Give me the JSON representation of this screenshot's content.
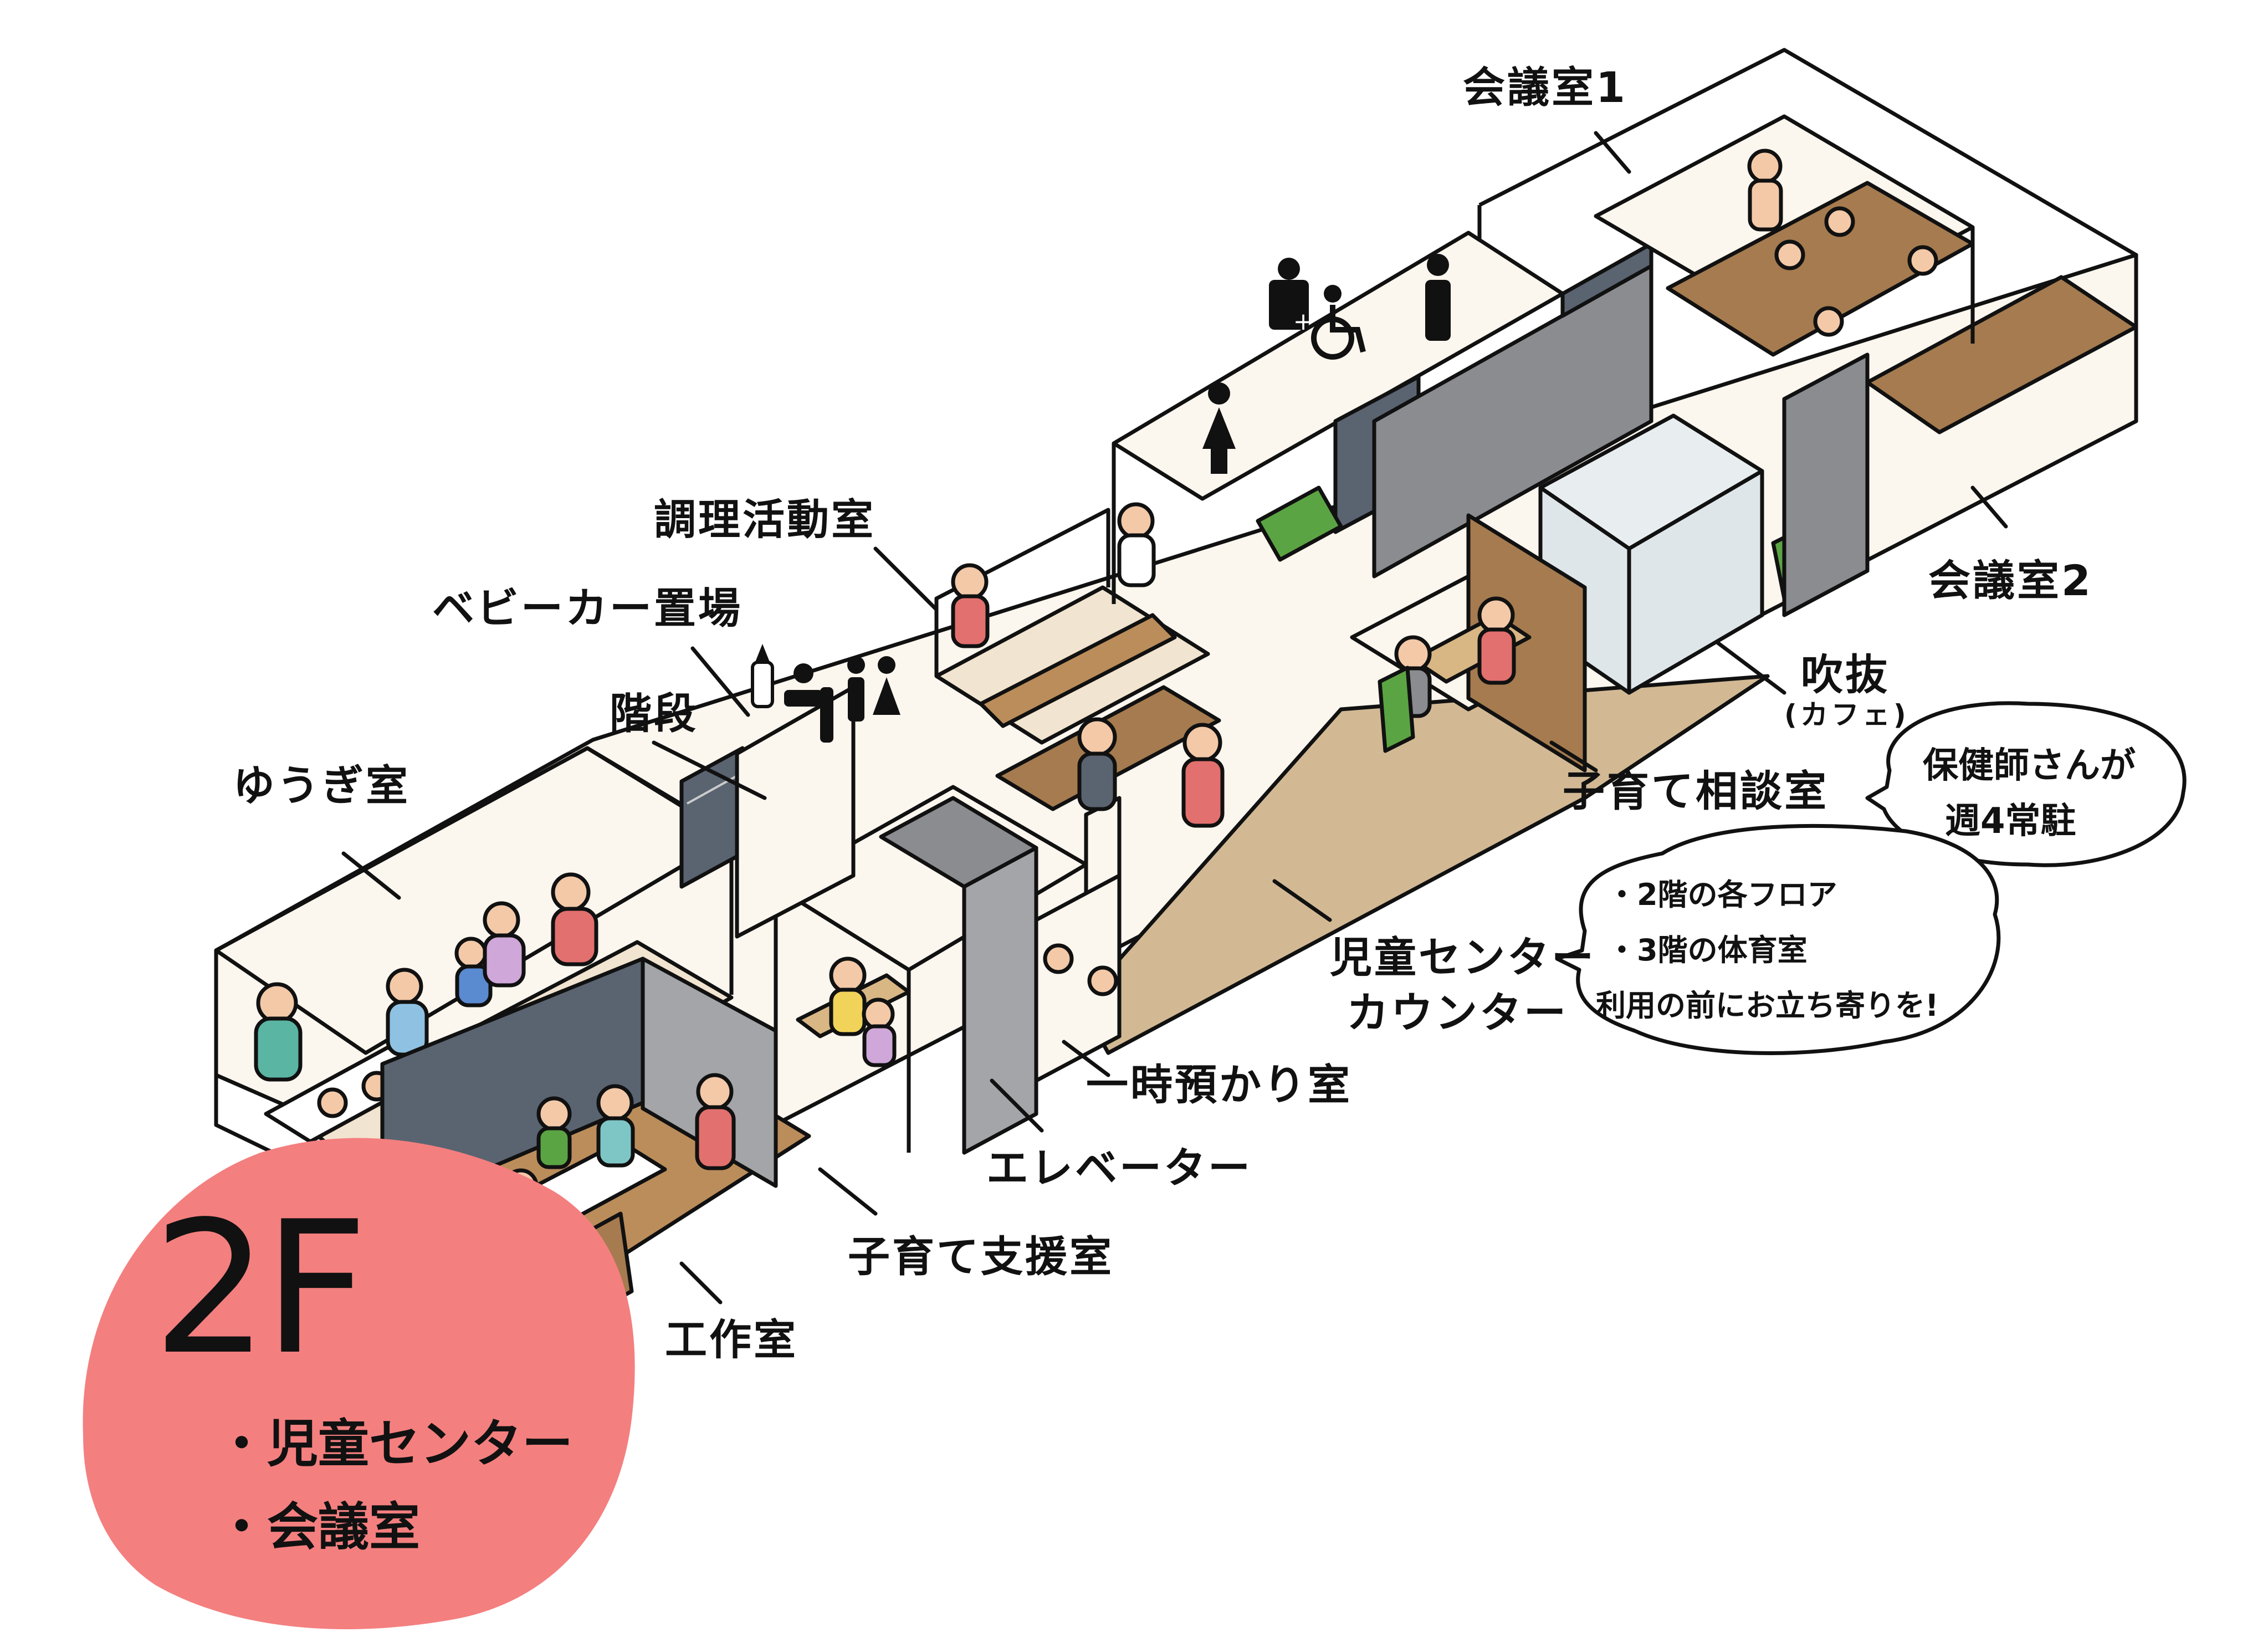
{
  "floor": {
    "number": "2F",
    "items": [
      "・児童センター",
      "・会議室"
    ],
    "badge_color": "#f47f7f"
  },
  "rooms": {
    "yuugi": "ゆうぎ室",
    "stairs": "階段",
    "stroller": "ベビーカー置場",
    "cooking": "調理活動室",
    "meeting1": "会議室1",
    "meeting2": "会議室2",
    "atrium": "吹抜",
    "atrium_sub": "(カフェ)",
    "consult": "子育て相談室",
    "counter_line1": "児童センター",
    "counter_line2": "カウンター",
    "temp_care": "一時預かり室",
    "elevator": "エレベーター",
    "support": "子育て支援室",
    "craft": "工作室"
  },
  "bubbles": {
    "nurse": [
      "保健師さんが",
      "週4常駐"
    ],
    "counter_note": [
      "・2階の各フロア",
      "・3階の体育室",
      "利用の前にお立ち寄りを!"
    ]
  },
  "icons": [
    "accessible-toilet-icon",
    "wheelchair-icon",
    "male-toilet-icon",
    "female-toilet-icon",
    "baby-bottle-icon",
    "diaper-changing-icon",
    "family-icon"
  ],
  "colors": {
    "floor_wood": "#d8c3a5",
    "dark_wood": "#a57b4f",
    "gray_wall": "#8a8c90",
    "sofa_green": "#5ba443",
    "counter_floor": "#d2b994"
  }
}
